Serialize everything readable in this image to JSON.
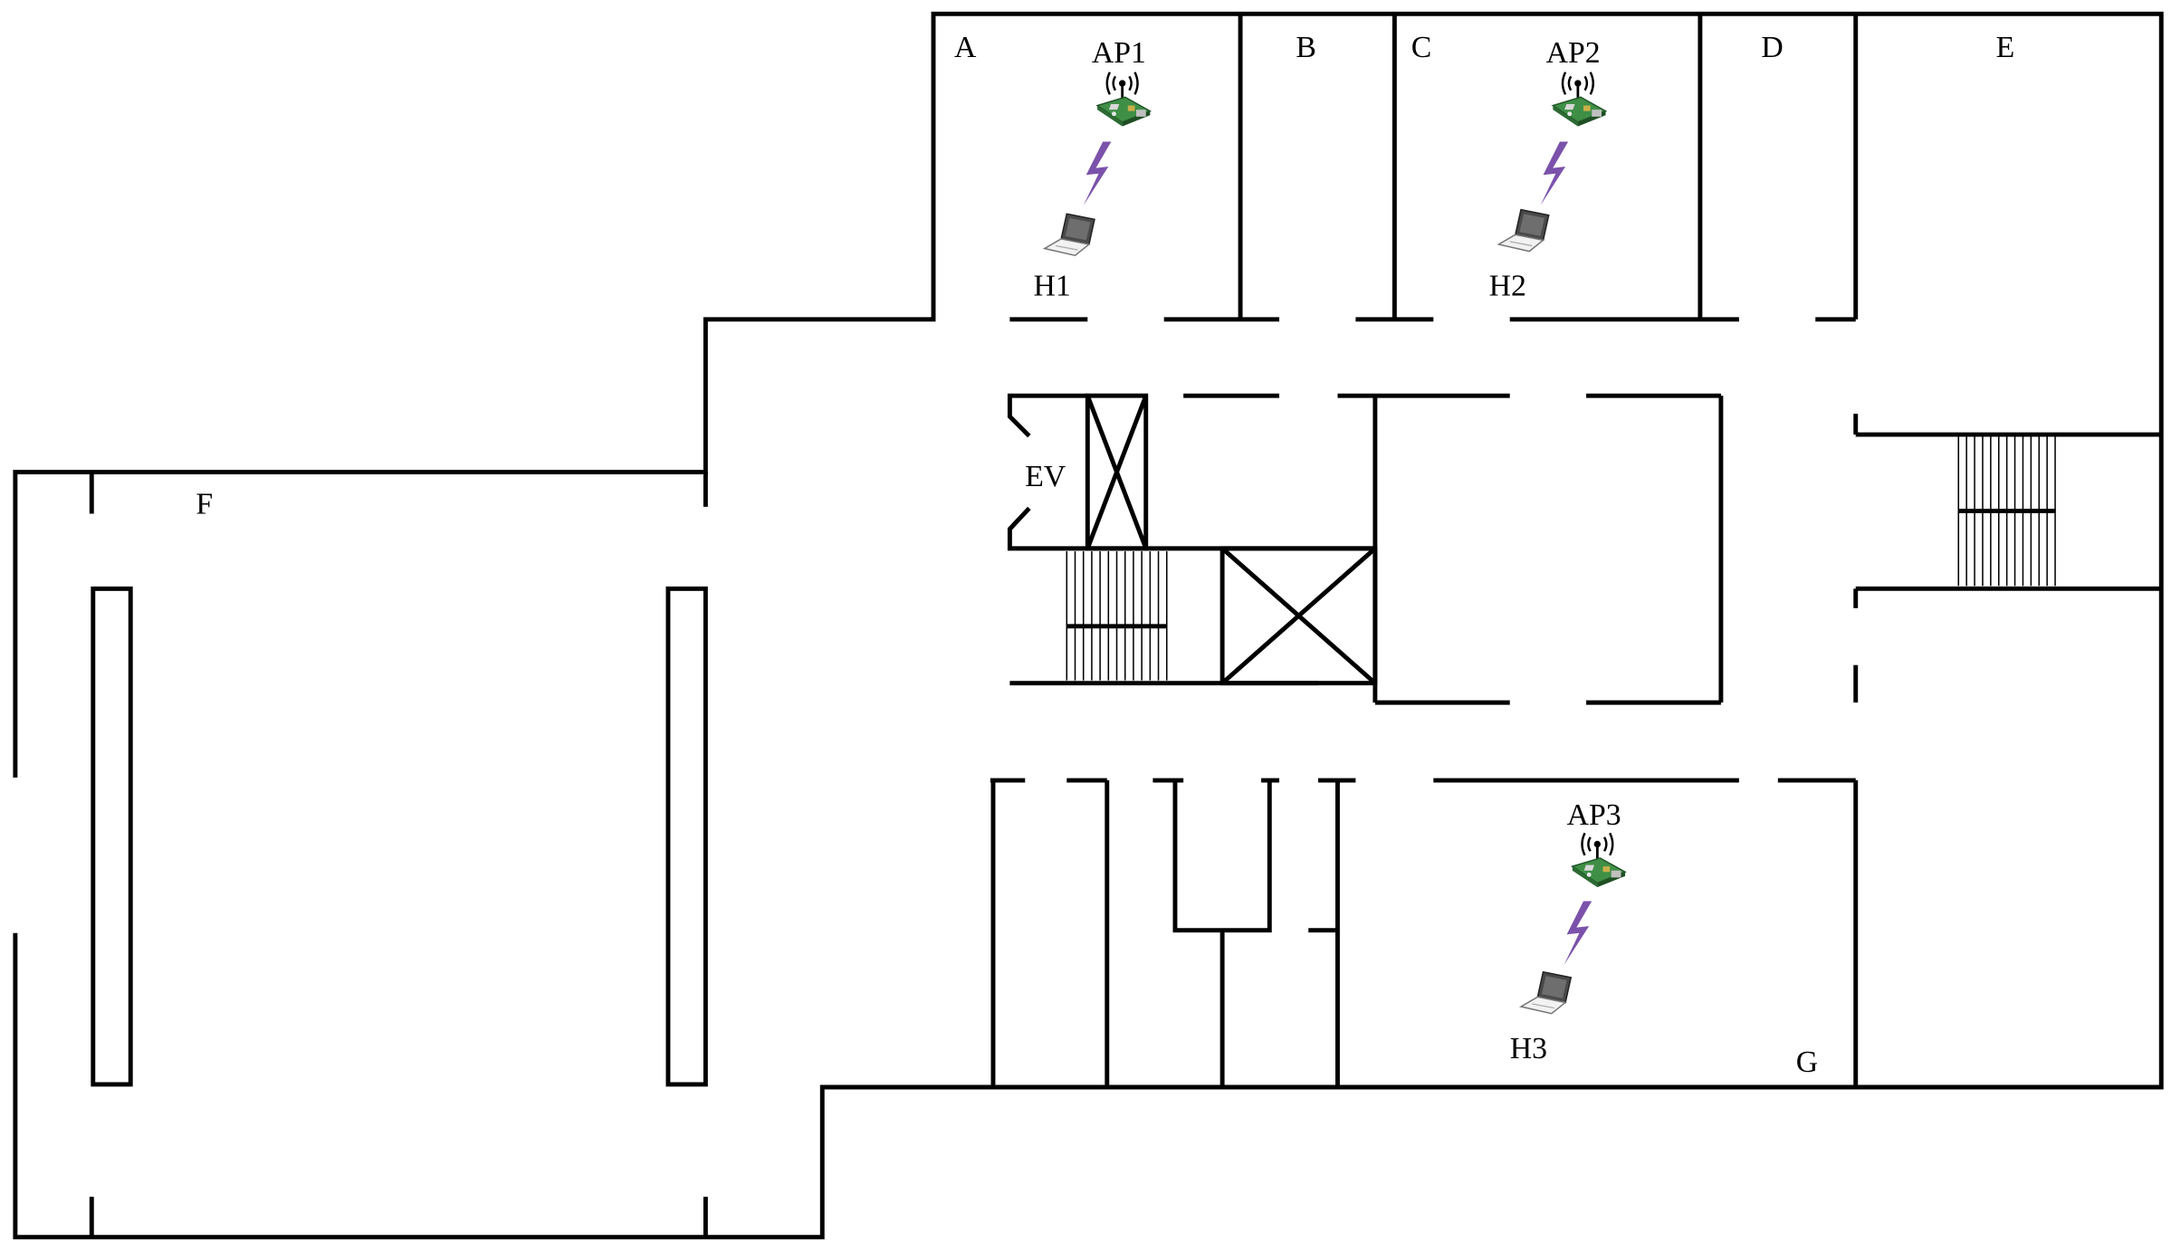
{
  "rooms": {
    "a": "A",
    "b": "B",
    "c": "C",
    "d": "D",
    "e": "E",
    "f": "F",
    "g": "G",
    "ev": "EV"
  },
  "access_points": {
    "ap1": "AP1",
    "ap2": "AP2",
    "ap3": "AP3"
  },
  "hosts": {
    "h1": "H1",
    "h2": "H2",
    "h3": "H3"
  },
  "colors": {
    "walls": "#000000",
    "wireless_link": "#7b52ab",
    "board_green": "#3f8f46",
    "laptop_gray": "#5a5a5a"
  }
}
